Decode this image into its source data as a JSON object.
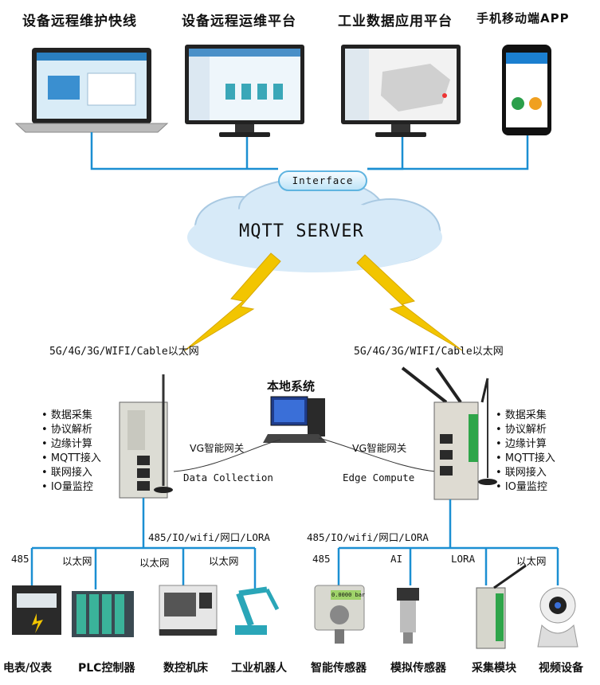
{
  "top": {
    "titles": [
      "设备远程维护快线",
      "设备远程运维平台",
      "工业数据应用平台",
      "手机移动端APP"
    ]
  },
  "cloud": {
    "interface": "Interface",
    "server": "MQTT SERVER"
  },
  "network": {
    "left": "5G/4G/3G/WIFI/Cable以太网",
    "right": "5G/4G/3G/WIFI/Cable以太网"
  },
  "center": {
    "local_system": "本地系统",
    "left_gateway": "VG智能网关",
    "right_gateway": "VG智能网关",
    "data_collection": "Data Collection",
    "edge_compute": "Edge Compute"
  },
  "features": [
    "数据采集",
    "协议解析",
    "边缘计算",
    "MQTT接入",
    "联网接入",
    "IO量监控"
  ],
  "bus": {
    "left": "485/IO/wifi/网口/LORA",
    "right": "485/IO/wifi/网口/LORA"
  },
  "links": {
    "left": [
      "485",
      "以太网",
      "以太网",
      "以太网"
    ],
    "right": [
      "485",
      "AI",
      "LORA",
      "以太网"
    ]
  },
  "devices": [
    "电表/仪表",
    "PLC控制器",
    "数控机床",
    "工业机器人",
    "智能传感器",
    "模拟传感器",
    "采集模块",
    "视频设备"
  ],
  "sensor_display": "0.0000 bar",
  "colors": {
    "wire": "#1b8fd2",
    "lightning": "#f2c500",
    "cloud": "#d7eaf8"
  }
}
